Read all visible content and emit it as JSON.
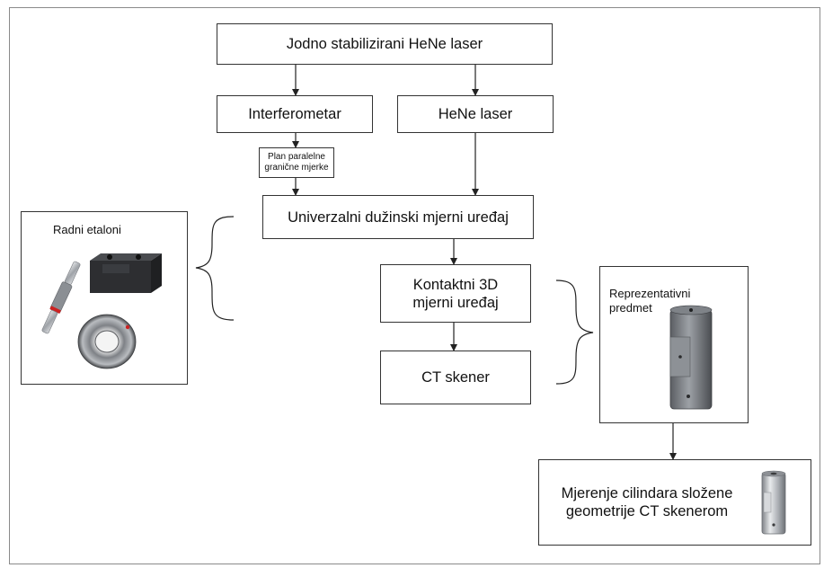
{
  "nodes": {
    "laser_stabilized": "Jodno stabilizirani HeNe laser",
    "interferometer": "Interferometar",
    "hene_laser": "HeNe laser",
    "gauge_blocks": "Plan paralelne granične mjerke",
    "universal_device": "Univerzalni dužinski mjerni uređaj",
    "contact_3d": "Kontaktni 3D mjerni uređaj",
    "ct_scanner": "CT skener",
    "measurement": "Mjerenje cilindara složene geometrije CT skenerom"
  },
  "panels": {
    "working_standards": {
      "title": "Radni etaloni"
    },
    "representative_object": {
      "title": "Reprezentativni predmet"
    }
  },
  "colors": {
    "line": "#222222",
    "frame": "#8a8a8a",
    "metal_dark": "#2a2a2a",
    "metal_light": "#b9bcc0",
    "accent_red": "#cc2222"
  }
}
